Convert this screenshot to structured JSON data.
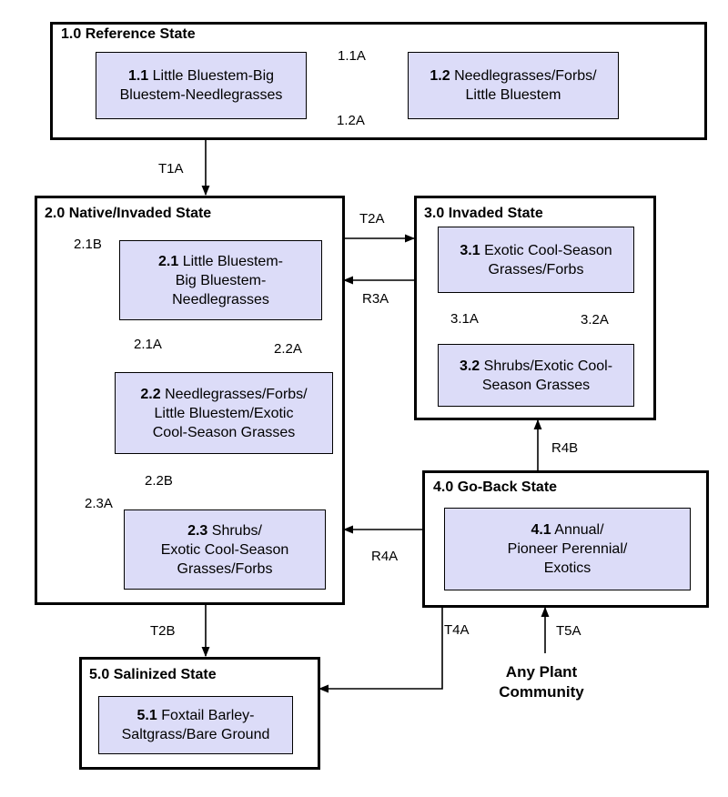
{
  "states": {
    "s1": {
      "title": "1.0 Reference State"
    },
    "s2": {
      "title": "2.0 Native/Invaded State"
    },
    "s3": {
      "title": "3.0 Invaded State"
    },
    "s4": {
      "title": "4.0 Go-Back State"
    },
    "s5": {
      "title": "5.0 Salinized  State"
    }
  },
  "communities": {
    "c11": {
      "num": "1.1",
      "line1": "Little Bluestem-Big",
      "line2": "Bluestem-Needlegrasses"
    },
    "c12": {
      "num": "1.2",
      "line1": "Needlegrasses/Forbs/",
      "line2": "Little Bluestem"
    },
    "c21": {
      "num": "2.1",
      "line1": "Little Bluestem-",
      "line2": "Big Bluestem-",
      "line3": "Needlegrasses"
    },
    "c22": {
      "num": "2.2",
      "line1": "Needlegrasses/Forbs/",
      "line2": "Little Bluestem/Exotic",
      "line3": "Cool-Season Grasses"
    },
    "c23": {
      "num": "2.3",
      "line1": "Shrubs/",
      "line2": "Exotic Cool-Season",
      "line3": "Grasses/Forbs"
    },
    "c31": {
      "num": "3.1",
      "line1": "Exotic Cool-Season",
      "line2": "Grasses/Forbs"
    },
    "c32": {
      "num": "3.2",
      "line1": "Shrubs/Exotic Cool-",
      "line2": "Season Grasses"
    },
    "c41": {
      "num": "4.1",
      "line1": "Annual/",
      "line2": "Pioneer Perennial/",
      "line3": "Exotics"
    },
    "c51": {
      "num": "5.1",
      "line1": "Foxtail Barley-",
      "line2": "Saltgrass/Bare Ground"
    }
  },
  "transitions": {
    "t11a": "1.1A",
    "t12a": "1.2A",
    "t1a": "T1A",
    "t2a": "T2A",
    "r3a": "R3A",
    "t21a": "2.1A",
    "t22a": "2.2A",
    "t21b": "2.1B",
    "t22b": "2.2B",
    "t23a": "2.3A",
    "t31a": "3.1A",
    "t32a": "3.2A",
    "r4b": "R4B",
    "r4a": "R4A",
    "t2b": "T2B",
    "t4a": "T4A",
    "t5a": "T5A"
  },
  "any_community": {
    "line1": "Any Plant",
    "line2": "Community"
  }
}
